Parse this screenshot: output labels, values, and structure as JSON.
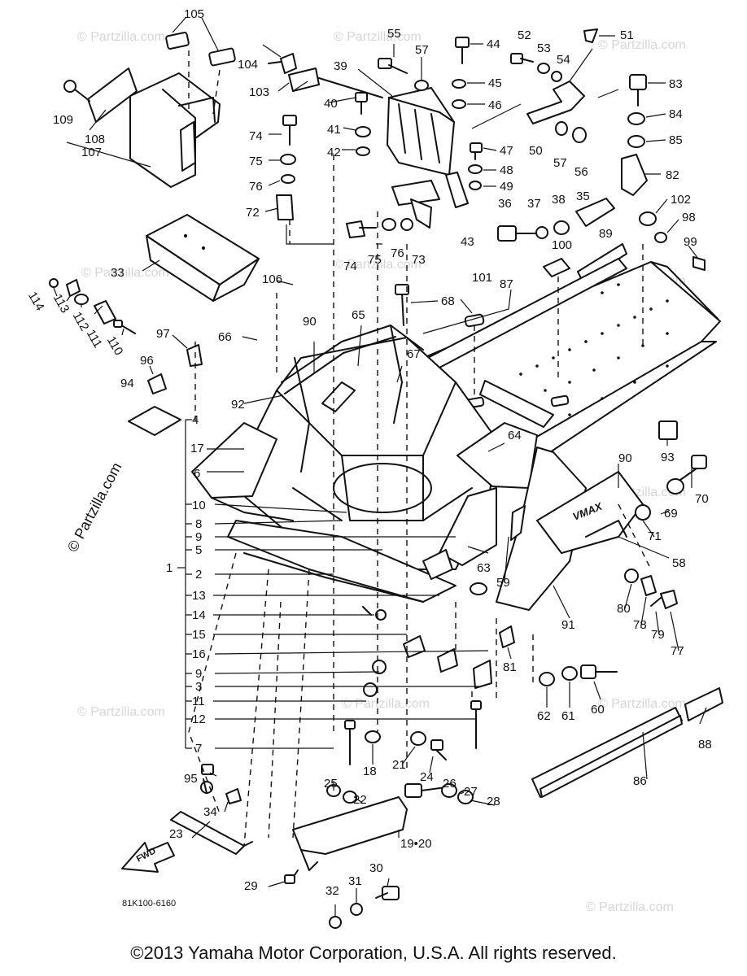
{
  "diagram": {
    "drawing_code": "81K100-6160",
    "copyright": "©2013 Yamaha Motor Corporation, U.S.A. All rights reserved.",
    "watermark": "© Partzilla.com",
    "watermark_side": "© Partzilla.com",
    "fwd_label": "FWD",
    "decal_text": "VMAX",
    "callouts": [
      "105",
      "104",
      "103",
      "109",
      "108",
      "107",
      "39",
      "40",
      "41",
      "42",
      "55",
      "57",
      "44",
      "45",
      "46",
      "52",
      "53",
      "54",
      "51",
      "83",
      "84",
      "85",
      "82",
      "102",
      "98",
      "99",
      "74",
      "75",
      "76",
      "72",
      "47",
      "48",
      "49",
      "43",
      "36",
      "37",
      "38",
      "35",
      "50",
      "57",
      "56",
      "74",
      "75",
      "76",
      "73",
      "100",
      "89",
      "33",
      "106",
      "101",
      "87",
      "68",
      "114",
      "113",
      "112",
      "111",
      "110",
      "97",
      "66",
      "90",
      "65",
      "67",
      "96",
      "94",
      "92",
      "4",
      "17",
      "6",
      "64",
      "93",
      "90",
      "70",
      "69",
      "71",
      "10",
      "8",
      "9",
      "5",
      "1",
      "2",
      "13",
      "14",
      "15",
      "16",
      "9",
      "3",
      "11",
      "12",
      "7",
      "58",
      "63",
      "59",
      "91",
      "80",
      "78",
      "79",
      "77",
      "81",
      "62",
      "61",
      "60",
      "95",
      "18",
      "21",
      "24",
      "34",
      "25",
      "22",
      "26",
      "27",
      "28",
      "23",
      "19•20",
      "29",
      "30",
      "31",
      "32",
      "86",
      "88"
    ]
  }
}
